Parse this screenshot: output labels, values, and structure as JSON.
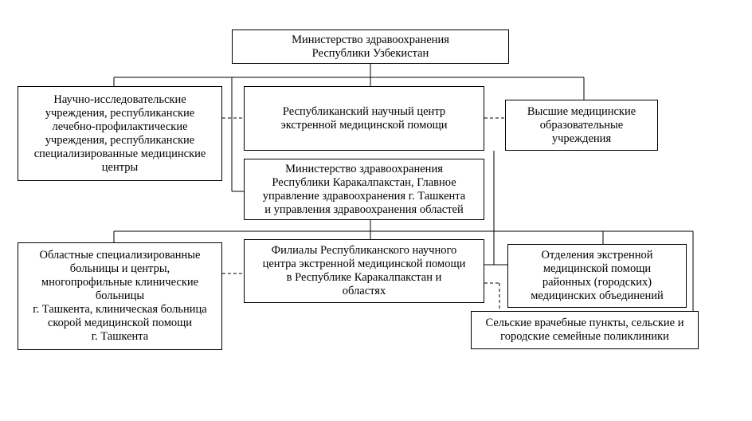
{
  "boxes": {
    "ministry_uz": "Министерство здравоохранения\nРеспублики Узбекистан",
    "research": "Научно-исследовательские\nучреждения, республиканские\nлечебно-профилактические\nучреждения, республиканские\nспециализированные медицинские\nцентры",
    "emergency_center": "Республиканский научный центр\nэкстренной медицинской помощи",
    "higher_ed": "Высшие медицинские\nобразовательные\nучреждения",
    "ministry_kk": "Министерство здравоохранения\nРеспублики Каракалпакстан, Главное\nуправление здравоохранения г. Ташкента\nи управления здравоохранения областей",
    "regional_hospitals": "Областные специализированные\nбольницы и центры,\nмногопрофильные клинические\nбольницы\nг. Ташкента, клиническая больница\nскорой медицинской помощи\nг. Ташкента",
    "branches": "Филиалы Республиканского научного\nцентра экстренной медицинской помощи\nв Республике Каракалпакстан и\nобластях",
    "emergency_depts": "Отделения экстренной\nмедицинской помощи\nрайонных (городских)\nмедицинских объединений",
    "rural_points": "Сельские врачебные пункты, сельские и\nгородские семейные поликлиники"
  }
}
